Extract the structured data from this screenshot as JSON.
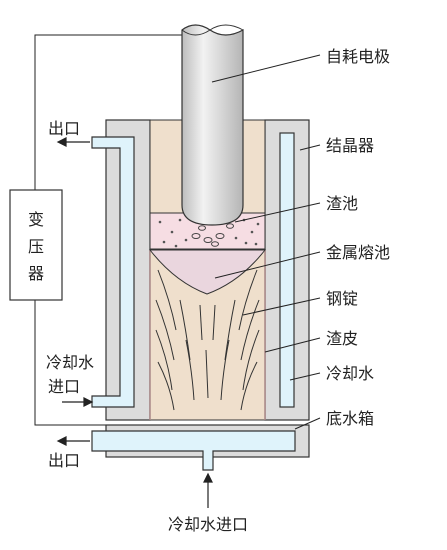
{
  "labels": {
    "electrode": "自耗电极",
    "mold": "结晶器",
    "slag_pool": "渣池",
    "metal_pool": "金属熔池",
    "ingot": "钢锭",
    "slag_skin": "渣皮",
    "cooling_water_right": "冷却水",
    "bottom_water_box": "底水箱",
    "bottom_inlet": "冷却水进口",
    "transformer": [
      "变",
      "压",
      "器"
    ],
    "outlet_top": "出口",
    "outlet_bottom": "出口",
    "cooling_inlet_left": [
      "冷却水",
      "进口"
    ]
  },
  "colors": {
    "mold_body": "#dcdcdc",
    "water": "#dff3fb",
    "ingot": "#efdfcc",
    "slag": "#f6dde3",
    "metal_pool": "#ead6de",
    "electrode": "#d9d9d9",
    "lines": "#333333"
  }
}
